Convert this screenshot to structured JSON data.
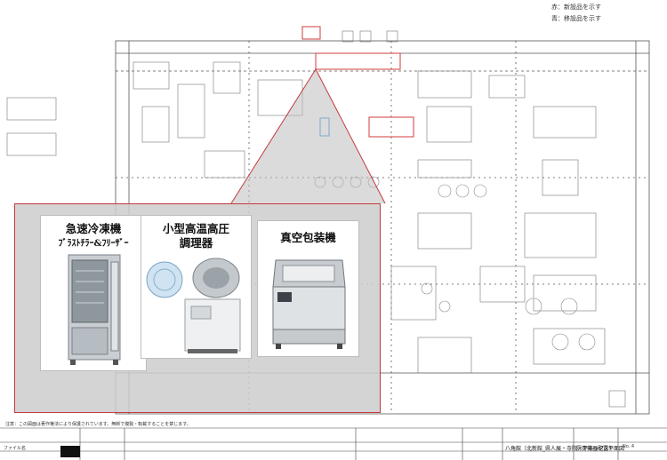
{
  "legend": {
    "red_line": "赤：新設品を示す",
    "blue_line": "青：移設品を示す"
  },
  "callout": {
    "items": [
      {
        "title": "急速冷凍機",
        "subtitle": "ﾌﾞﾗｽﾄﾁﾗｰ&ﾌﾘｰｻﾞｰ",
        "icon": "blast-chiller-freezer-photo"
      },
      {
        "title": "小型高温高圧",
        "subtitle": "調理器",
        "icon": "high-temp-pressure-cooker-photo"
      },
      {
        "title": "真空包装機",
        "subtitle": "",
        "icon": "vacuum-packaging-machine-photo"
      }
    ]
  },
  "title_block": {
    "note": "注意：この図面は著作権法により保護されています。無断で複製・転載することを禁じます。",
    "file_label": "ファイル名",
    "project": "八角館（北新館_県人展・寺院・アネックス）",
    "drawing_name": "厨房機器配置平面図",
    "sheet_no": "No. 4"
  }
}
